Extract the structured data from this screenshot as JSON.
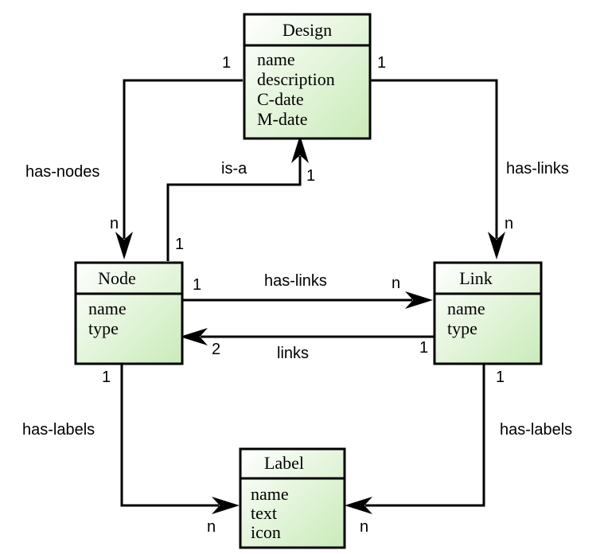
{
  "entities": {
    "design": {
      "title": "Design",
      "attrs": [
        "name",
        "description",
        "C-date",
        "M-date"
      ]
    },
    "node": {
      "title": "Node",
      "attrs": [
        "name",
        "type"
      ]
    },
    "link": {
      "title": "Link",
      "attrs": [
        "name",
        "type"
      ]
    },
    "label": {
      "title": "Label",
      "attrs": [
        "name",
        "text",
        "icon"
      ]
    }
  },
  "relations": {
    "design_has_nodes": {
      "label": "has-nodes",
      "from_card": "1",
      "to_card": "n"
    },
    "design_has_links": {
      "label": "has-links",
      "from_card": "1",
      "to_card": "n"
    },
    "node_is_a": {
      "label": "is-a",
      "from_card": "1",
      "to_card": "1"
    },
    "node_has_links": {
      "label": "has-links",
      "from_card": "1",
      "to_card": "n"
    },
    "link_links": {
      "label": "links",
      "from_card": "1",
      "to_card": "2"
    },
    "node_has_labels": {
      "label": "has-labels",
      "from_card": "1",
      "to_card": "n"
    },
    "link_has_labels": {
      "label": "has-labels",
      "from_card": "1",
      "to_card": "n"
    }
  },
  "colors": {
    "box_light": "#ffffff",
    "box_dark": "#c9ebb8",
    "stroke": "#000000"
  }
}
